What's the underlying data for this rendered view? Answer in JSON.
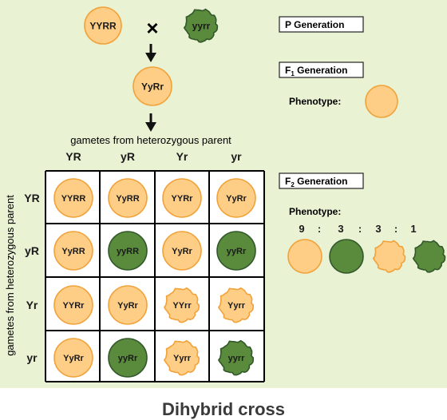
{
  "colors": {
    "background": "#e9f2d3",
    "yellow_fill": "#fecd86",
    "yellow_stroke": "#f2a23a",
    "green_fill": "#5a8b3c",
    "green_stroke": "#31572a",
    "grid_line": "#000000",
    "text": "#1a1a1a"
  },
  "cross": {
    "parent1": {
      "label": "YYRR",
      "seed": "yellow-round"
    },
    "parent2": {
      "label": "yyrr",
      "seed": "green-wrinkled"
    },
    "cross_symbol": "×",
    "f1_seed": {
      "label": "YyRr",
      "seed": "yellow-round"
    }
  },
  "grid": {
    "top_title": "gametes from heterozygous parent",
    "side_title": "gametes from heterozygous parent",
    "col_headers": [
      "YR",
      "yR",
      "Yr",
      "yr"
    ],
    "row_headers": [
      "YR",
      "yR",
      "Yr",
      "yr"
    ],
    "cells": [
      [
        {
          "label": "YYRR",
          "seed": "yellow-round"
        },
        {
          "label": "YyRR",
          "seed": "yellow-round"
        },
        {
          "label": "YYRr",
          "seed": "yellow-round"
        },
        {
          "label": "YyRr",
          "seed": "yellow-round"
        }
      ],
      [
        {
          "label": "YyRR",
          "seed": "yellow-round"
        },
        {
          "label": "yyRR",
          "seed": "green-round"
        },
        {
          "label": "YyRr",
          "seed": "yellow-round"
        },
        {
          "label": "yyRr",
          "seed": "green-round"
        }
      ],
      [
        {
          "label": "YYRr",
          "seed": "yellow-round"
        },
        {
          "label": "YyRr",
          "seed": "yellow-round"
        },
        {
          "label": "YYrr",
          "seed": "yellow-wrinkled"
        },
        {
          "label": "Yyrr",
          "seed": "yellow-wrinkled"
        }
      ],
      [
        {
          "label": "YyRr",
          "seed": "yellow-round"
        },
        {
          "label": "yyRr",
          "seed": "green-round"
        },
        {
          "label": "Yyrr",
          "seed": "yellow-wrinkled"
        },
        {
          "label": "yyrr",
          "seed": "green-wrinkled"
        }
      ]
    ]
  },
  "legend": {
    "p_generation": "P Generation",
    "f1_generation": {
      "base": "F",
      "sub": "1",
      "rest": " Generation"
    },
    "f1_phenotype_label": "Phenotype:",
    "f1_phenotype_seed": "yellow-round",
    "f2_generation": {
      "base": "F",
      "sub": "2",
      "rest": " Generation"
    },
    "f2_phenotype_label": "Phenotype:",
    "f2_ratio": [
      "9",
      ":",
      "3",
      ":",
      "3",
      ":",
      "1"
    ],
    "f2_phenotypes": [
      "yellow-round",
      "green-round",
      "yellow-wrinkled",
      "green-wrinkled"
    ]
  },
  "caption": "Dihybrid cross"
}
